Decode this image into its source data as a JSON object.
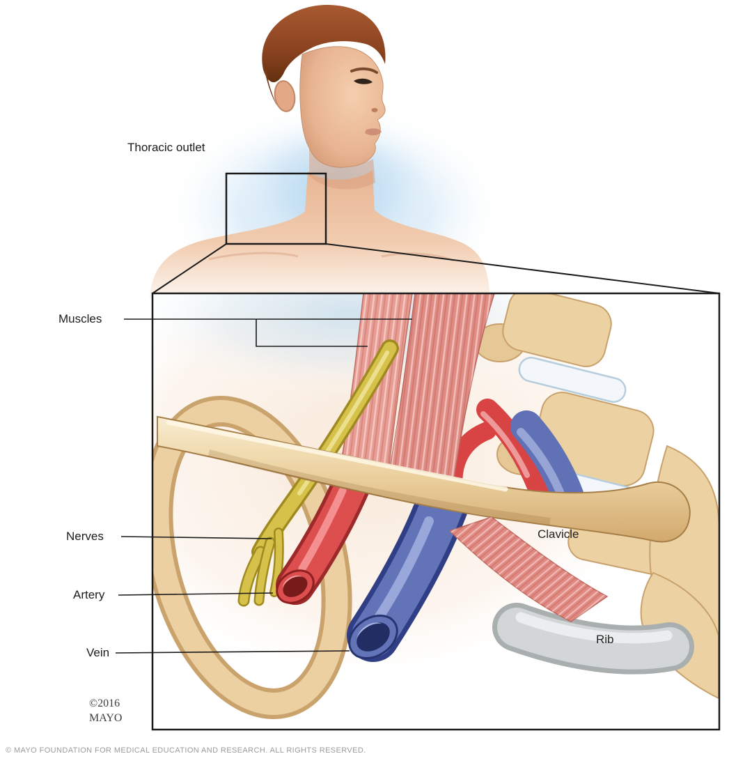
{
  "figure": {
    "callout_label": "Thoracic outlet",
    "anatomy_labels": {
      "muscles": "Muscles",
      "nerves": "Nerves",
      "artery": "Artery",
      "vein": "Vein",
      "clavicle": "Clavicle",
      "rib": "Rib"
    },
    "copyright": {
      "line1": "©2016",
      "line2": "MAYO"
    }
  },
  "footer": {
    "text": "© MAYO FOUNDATION FOR MEDICAL EDUCATION AND RESEARCH. ALL RIGHTS RESERVED."
  },
  "colors": {
    "muscle": "#e08a82",
    "nerve": "#d6c14b",
    "artery": "#d84343",
    "vein": "#5b6cb0",
    "bone": "#ecd2a2",
    "cartilage": "#cdd0d0",
    "skin": "#eec09e",
    "glow": "#a8d2ef",
    "outline": "#1a1a1a"
  }
}
